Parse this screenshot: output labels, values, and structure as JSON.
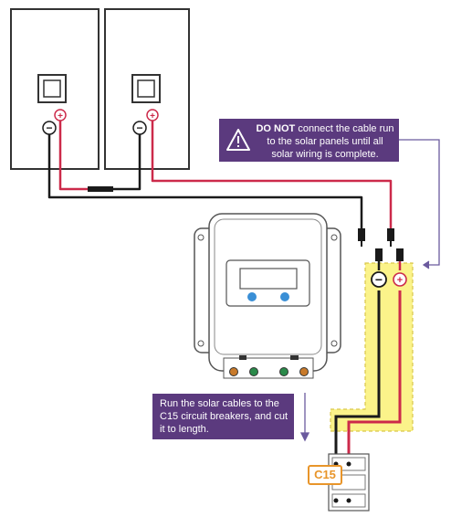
{
  "warning": {
    "bold_text": "DO NOT",
    "text": " connect the cable run to the solar panels until all solar wiring is complete.",
    "icon": "warning-triangle-icon"
  },
  "instruction": {
    "text": "Run the solar cables to the C15 circuit breakers, and cut it to length."
  },
  "breaker": {
    "label": "C15"
  },
  "panels": [
    {
      "negative_symbol": "−",
      "positive_symbol": "+"
    },
    {
      "negative_symbol": "−",
      "positive_symbol": "+"
    }
  ],
  "cable_terminals": {
    "negative_symbol": "−",
    "positive_symbol": "+"
  },
  "colors": {
    "callout_purple": "#5b3a7e",
    "positive_wire": "#cc2a4a",
    "negative_wire": "#1a1a1a",
    "highlight_yellow": "#fbf38a",
    "highlight_border": "#d9c64a",
    "breaker_orange": "#e8952a",
    "arrow_purple": "#6b5a9e"
  }
}
